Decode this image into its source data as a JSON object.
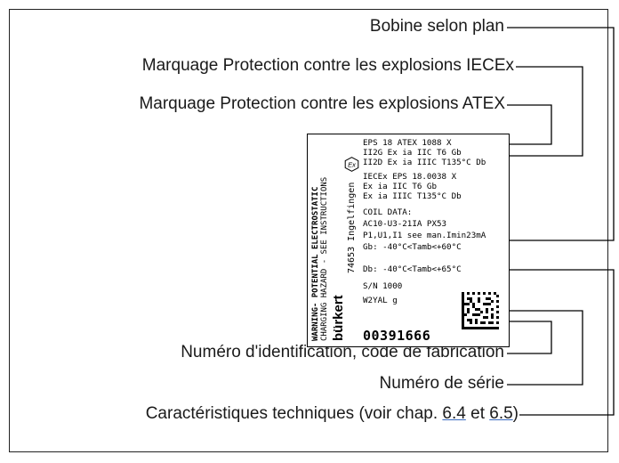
{
  "callouts": {
    "bobine": "Bobine selon plan",
    "iecex": "Marquage Protection contre les explosions IECEx",
    "atex": "Marquage Protection contre les explosions ATEX",
    "ident": "Numéro d'identification, code de fabrication",
    "serie": "Numéro de série",
    "caract_prefix": "Caractéristiques techniques (voir chap. ",
    "caract_ref1": "6.4",
    "caract_mid": " et ",
    "caract_ref2": "6.5",
    "caract_suffix": ")"
  },
  "nameplate": {
    "warning_line1": "WARNING- POTENTIAL ELECTROSTATIC",
    "warning_line2": "CHARGING HAZARD - SEE INSTRUCTIONS",
    "brand": "bürkert",
    "address": "74653 Ingelfingen",
    "ex_symbol": "Ex",
    "atex_lines": [
      "EPS 18 ATEX 1088 X",
      "II2G Ex ia IIC T6 Gb",
      "II2D Ex ia IIIC T135°C Db"
    ],
    "iecex_lines": [
      "IECEx EPS 18.0038 X",
      "Ex ia IIC T6 Gb",
      "Ex ia IIIC T135°C Db"
    ],
    "coil_lines": [
      "COIL DATA:",
      "AC10-U3-21IA PX53",
      "P1,U1,I1 see man.Imin23mA",
      "Gb: -40°C<Tamb<+60°C",
      "Db: -40°C<Tamb<+65°C"
    ],
    "serial": "S/N 1000",
    "code": "W2YAL g",
    "ident_number": "00391666"
  }
}
